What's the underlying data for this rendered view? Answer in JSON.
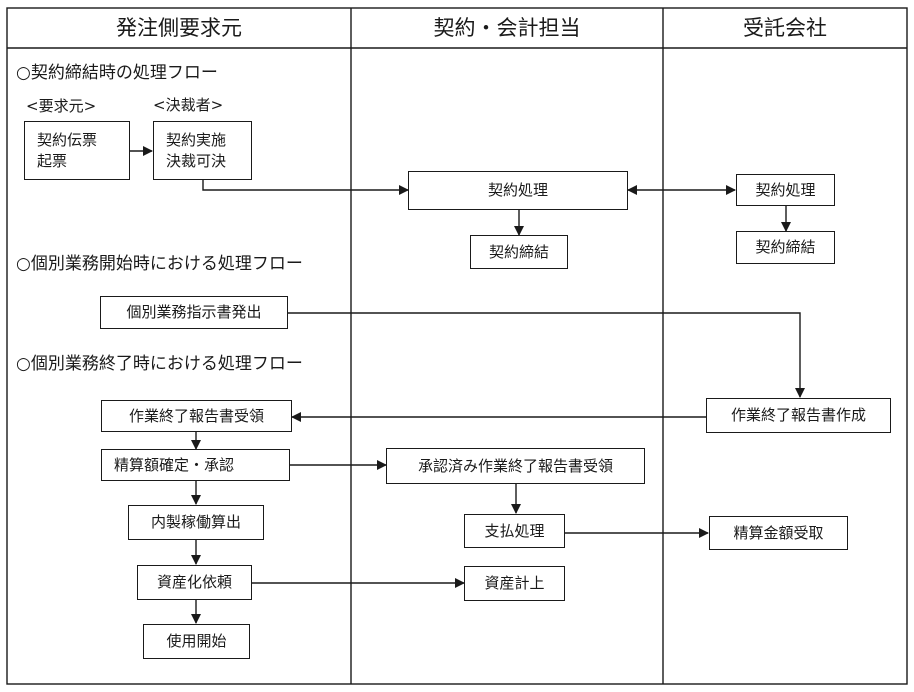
{
  "headers": {
    "col1": "発注側要求元",
    "col2": "契約・会計担当",
    "col3": "受託会社"
  },
  "sections": {
    "contract": "○契約締結時の処理フロー",
    "start": "○個別業務開始時における処理フロー",
    "end": "○個別業務終了時における処理フロー"
  },
  "roles": {
    "requester": "<要求元>",
    "approver": "<決裁者>"
  },
  "boxes": {
    "contract_slip": "契約伝票\n起票",
    "contract_approval": "契約実施\n決裁可決",
    "contract_process_accounting": "契約処理",
    "contract_conclude_accounting": "契約締結",
    "contract_process_vendor": "契約処理",
    "contract_conclude_vendor": "契約締結",
    "work_order_issue": "個別業務指示書発出",
    "completion_report_create": "作業終了報告書作成",
    "completion_report_receive": "作業終了報告書受領",
    "settlement_confirm": "精算額確定・承認",
    "approved_report_receive": "承認済み作業終了報告書受領",
    "internal_cost_calc": "内製稼働算出",
    "payment_process": "支払処理",
    "settlement_receive": "精算金額受取",
    "capitalization_request": "資産化依頼",
    "asset_record": "資産計上",
    "start_use": "使用開始"
  },
  "colors": {
    "line": "#1a1a1a",
    "background": "#ffffff"
  }
}
